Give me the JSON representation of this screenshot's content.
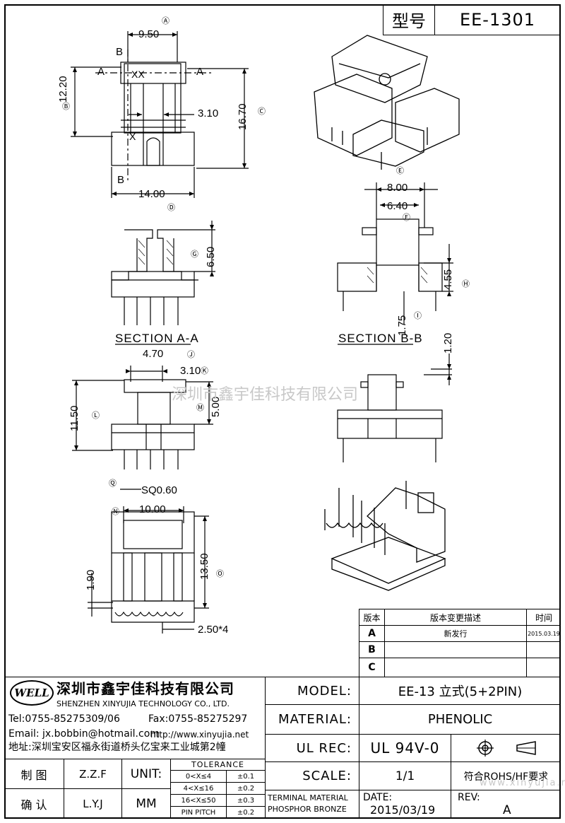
{
  "header": {
    "model_label": "型号",
    "model_value": "EE-1301"
  },
  "drawing": {
    "top_view": {
      "dims": [
        "9.50",
        "12.20",
        "16.70",
        "3.10",
        "14.00"
      ],
      "cuts": [
        "A",
        "A",
        "B",
        "B"
      ],
      "marks": [
        "XX",
        "X"
      ],
      "callouts": [
        "Ⓐ",
        "Ⓑ",
        "Ⓒ",
        "Ⓓ"
      ]
    },
    "section_aa": {
      "label": "SECTION A-A",
      "dims": [
        "6.50"
      ],
      "callouts": [
        "Ⓖ"
      ]
    },
    "section_bb": {
      "label": "SECTION B-B",
      "dims": [
        "8.00",
        "6.40",
        "4.55",
        "1.75"
      ],
      "callouts": [
        "Ⓔ",
        "Ⓕ",
        "Ⓗ",
        "Ⓘ"
      ]
    },
    "front_view": {
      "dims": [
        "4.70",
        "3.10",
        "11.50",
        "5.00",
        "SQ0.60"
      ],
      "callouts": [
        "Ⓙ",
        "Ⓚ",
        "Ⓛ",
        "Ⓜ",
        "Ⓠ"
      ]
    },
    "side_view": {
      "dims": [
        "1.20"
      ]
    },
    "bottom_view": {
      "dims": [
        "10.00",
        "1.90",
        "13.50",
        "2.50*4"
      ],
      "callouts": [
        "Ⓝ",
        "Ⓞ"
      ]
    },
    "watermark_center": "深圳市鑫宇佳科技有限公司",
    "watermark_corner": "www.xinyujia.net"
  },
  "revision": {
    "headers": [
      "版本",
      "版本变更描述",
      "时间"
    ],
    "rows": [
      {
        "rev": "A",
        "desc": "新发行",
        "date": "2015.03.19"
      },
      {
        "rev": "B",
        "desc": "",
        "date": ""
      },
      {
        "rev": "C",
        "desc": "",
        "date": ""
      }
    ]
  },
  "company": {
    "logo": "WELL",
    "name_cn": "深圳市鑫宇佳科技有限公司",
    "name_en": "SHENZHEN XINYUJIA TECHNOLOGY CO., LTD.",
    "tel": "Tel:0755-85275309/06",
    "fax": "Fax:0755-85275297",
    "email": "Email: jx.bobbin@hotmail.com",
    "web": "http://www.xinyujia.net",
    "address": "地址:深圳宝安区福永街道桥头亿宝来工业城第2幢"
  },
  "title_block": {
    "model_label": "MODEL:",
    "model_value": "EE-13 立式(5+2PIN)",
    "material_label": "MATERIAL:",
    "material_value": "PHENOLIC",
    "ulrec_label": "UL REC:",
    "ulrec_value": "UL 94V-0",
    "scale_label": "SCALE:",
    "scale_value": "1/1",
    "rohs": "符合ROHS/HF要求",
    "terminal_material": "TERMINAL MATERIAL",
    "terminal_value": "PHOSPHOR BRONZE",
    "date_label": "DATE:",
    "date_value": "2015/03/19",
    "rev_label": "REV:",
    "rev_value": "A",
    "draw_label": "制 图",
    "draw_value": "Z.Z.F",
    "check_label": "确 认",
    "check_value": "L.Y.J",
    "unit_label": "UNIT:",
    "unit_value": "MM",
    "tolerance_title": "TOLERANCE",
    "tolerance_rows": [
      {
        "range": "0<X≤4",
        "tol": "±0.1"
      },
      {
        "range": "4<X≤16",
        "tol": "±0.2"
      },
      {
        "range": "16<X≤50",
        "tol": "±0.3"
      },
      {
        "range": "PIN PITCH",
        "tol": "±0.2"
      }
    ]
  }
}
